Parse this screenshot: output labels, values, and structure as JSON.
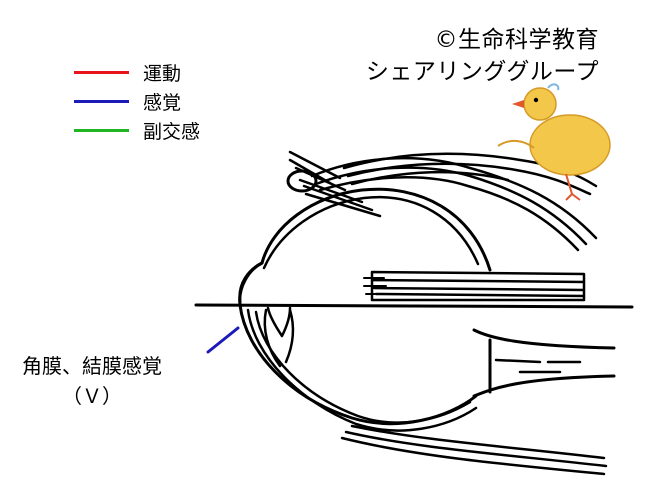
{
  "copyright": {
    "line1": "©生命科学教育",
    "line2": "シェアリンググループ"
  },
  "legend": {
    "items": [
      {
        "label": "運動",
        "color": "#e8141b"
      },
      {
        "label": "感覚",
        "color": "#1c1ab8"
      },
      {
        "label": "副交感",
        "color": "#22b424"
      }
    ]
  },
  "annotation": {
    "line1": "角膜、結膜感覚",
    "line2": "（Ｖ）",
    "pointer_color": "#1c1ab8"
  },
  "colors": {
    "ink": "#000000",
    "chick_body": "#f3c84a",
    "chick_beak": "#e2572b",
    "chick_tuft": "#7fb8e0"
  }
}
